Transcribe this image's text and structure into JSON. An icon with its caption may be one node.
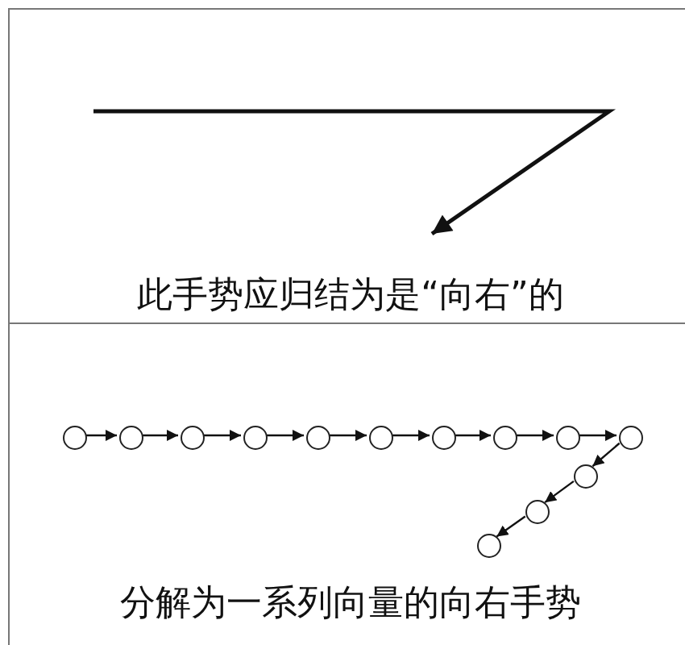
{
  "diagram": {
    "nodes": [
      {
        "text": [
          "此手势应归结为是“向右”的"
        ]
      },
      {
        "text": [
          "分解为一系列向量的向右手势"
        ]
      },
      {
        "text": [],
        "shape": "circle",
        "in": 1
      },
      {
        "text": [],
        "shape": "circle",
        "in": 1
      },
      {
        "text": [],
        "shape": "circle",
        "in": 1
      },
      {
        "text": [],
        "shape": "circle",
        "in": 1
      },
      {
        "text": [],
        "shape": "circle",
        "in": 1
      },
      {
        "text": [],
        "shape": "circle",
        "in": 1
      },
      {
        "text": [],
        "shape": "circle",
        "in": 1
      },
      {
        "text": [],
        "shape": "circle",
        "in": 1
      },
      {
        "text": [],
        "shape": "circle",
        "in": 1
      },
      {
        "text": [],
        "shape": "circle",
        "in": 1
      },
      {
        "text": [],
        "shape": "circle",
        "in": 1
      },
      {
        "text": [],
        "shape": "circle",
        "in": 1
      },
      {
        "text": [],
        "shape": "circle",
        "in": 1
      }
    ],
    "edges": [
      {
        "from": 2,
        "to": 3,
        "arrow": "to"
      },
      {
        "from": 3,
        "to": 4,
        "arrow": "to"
      },
      {
        "from": 4,
        "to": 5,
        "arrow": "to"
      },
      {
        "from": 5,
        "to": 6,
        "arrow": "to"
      },
      {
        "from": 6,
        "to": 7,
        "arrow": "to"
      },
      {
        "from": 7,
        "to": 8,
        "arrow": "to"
      },
      {
        "from": 8,
        "to": 9,
        "arrow": "to"
      },
      {
        "from": 9,
        "to": 10,
        "arrow": "to"
      },
      {
        "from": 10,
        "to": 11,
        "arrow": "to"
      },
      {
        "from": 11,
        "to": 12,
        "arrow": "to"
      },
      {
        "from": 12,
        "to": 13,
        "arrow": "to"
      },
      {
        "from": 13,
        "to": 14,
        "arrow": "to"
      }
    ]
  }
}
